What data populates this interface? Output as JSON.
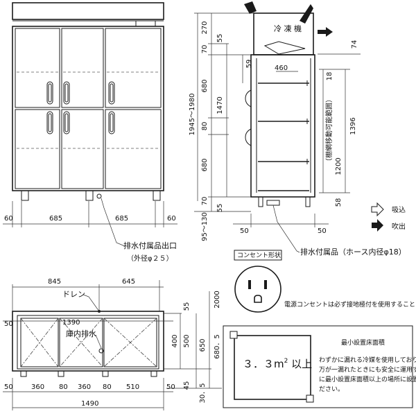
{
  "colors": {
    "line": "#1a1a1a",
    "background": "#ffffff",
    "arrow_fill": "#1a1a1a"
  },
  "front_view": {
    "dims": {
      "left": "60",
      "door_left": "685",
      "door_right": "685",
      "right": "60"
    },
    "drain_label": "排水付属品出口",
    "drain_note": "（外径φ２５）"
  },
  "side_view": {
    "unit_label": "冷 凍 機",
    "dims_top": {
      "d270": "270",
      "d70": "70",
      "d55": "55",
      "d59": "59",
      "d74": "74",
      "d460": "460"
    },
    "dims_left": {
      "d680a": "680",
      "d1470": "1470",
      "d80": "80",
      "d680b": "680",
      "d70b": "70",
      "d55b": "55",
      "d1945": "1945～1980",
      "d95": "95～130"
    },
    "dims_right": {
      "d18": "18",
      "d1396": "1396",
      "d1200": "1200",
      "d58": "58",
      "shelf_range": "（棚網移動可能範囲）"
    },
    "dims_bottom": {
      "d50a": "50",
      "d50b": "50"
    },
    "drain_label": "排水付属品（ホース内径φ18）"
  },
  "legend": {
    "intake": "吸込",
    "exhaust": "吹出",
    "intake_icon": "arrow-outline-icon",
    "exhaust_icon": "arrow-filled-icon"
  },
  "outlet": {
    "title": "コンセント形状",
    "note": "電源コンセントは必ず接地極付を使用すること"
  },
  "top_view": {
    "drain_label": "ドレン",
    "interior_drain_label": "庫内排水",
    "dims_top": {
      "d845": "845",
      "d645": "645"
    },
    "dims_inner": {
      "d50": "50",
      "d1390": "1390"
    },
    "dims_right": {
      "d2000": "2000",
      "d55": "55",
      "d400": "400",
      "d500": "500",
      "d650": "650",
      "d680": "680．5",
      "d45": "45",
      "d305": "30．5"
    },
    "dims_bottom": {
      "d50": "50",
      "d360a": "360",
      "d80a": "80",
      "d360b": "360",
      "d80b": "80",
      "d510": "510",
      "d50r": "50",
      "d1490": "1490"
    }
  },
  "min_floor": {
    "title": "最小設置床面積",
    "area_value": "３．３m",
    "area_sup": "2",
    "area_suffix": " 以上",
    "notes": [
      "わずかに漏れる冷媒を使用しております。",
      "万が一漏れたときにも安全に運用するため",
      "に最小設置床面積以上の場所に設置してく",
      "ださい。"
    ]
  }
}
